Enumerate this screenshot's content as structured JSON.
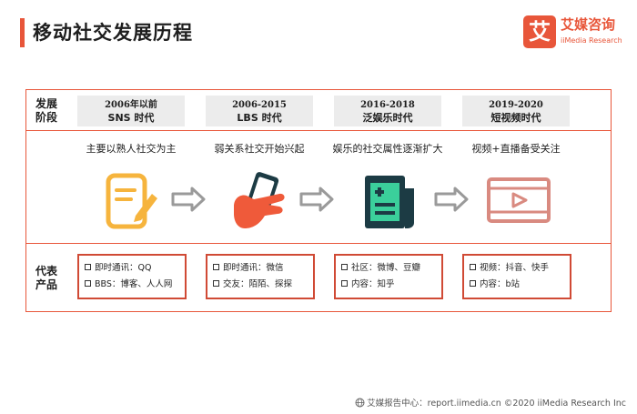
{
  "header": {
    "title": "移动社交发展历程",
    "logo_mark": "艾",
    "logo_cn": "艾媒咨询",
    "logo_en": "iiMedia Research"
  },
  "row_labels": {
    "stage_line1": "发展",
    "stage_line2": "阶段",
    "product_line1": "代表",
    "product_line2": "产品"
  },
  "eras": [
    {
      "years": "2006年以前",
      "name": "SNS 时代",
      "feature": "主要以熟人社交为主",
      "icon": "document-edit-icon",
      "products": [
        "即时通讯：QQ",
        "BBS：博客、人人网"
      ]
    },
    {
      "years": "2006-2015",
      "name": "LBS 时代",
      "feature": "弱关系社交开始兴起",
      "icon": "hand-holding-phone-icon",
      "products": [
        "即时通讯：微信",
        "交友：陌陌、探探"
      ]
    },
    {
      "years": "2016-2018",
      "name": "泛娱乐时代",
      "feature": "娱乐的社交属性逐渐扩大",
      "icon": "newspaper-icon",
      "products": [
        "社区：微博、豆瓣",
        "内容：知乎"
      ]
    },
    {
      "years": "2019-2020",
      "name": "短视频时代",
      "feature": "视频+直播备受关注",
      "icon": "video-play-icon",
      "products": [
        "视频：抖音、快手",
        "内容：b站"
      ]
    }
  ],
  "colors": {
    "accent": "#e8563a",
    "icon_orange": "#f6b43d",
    "icon_red": "#ef5a3a",
    "icon_dark": "#1c3b44",
    "icon_green": "#3bcf9b",
    "icon_pink": "#d98a80",
    "arrow_gray": "#9a9a9a"
  },
  "footer": {
    "text": "艾媒报告中心：report.iimedia.cn  ©2020  iiMedia Research  Inc"
  }
}
